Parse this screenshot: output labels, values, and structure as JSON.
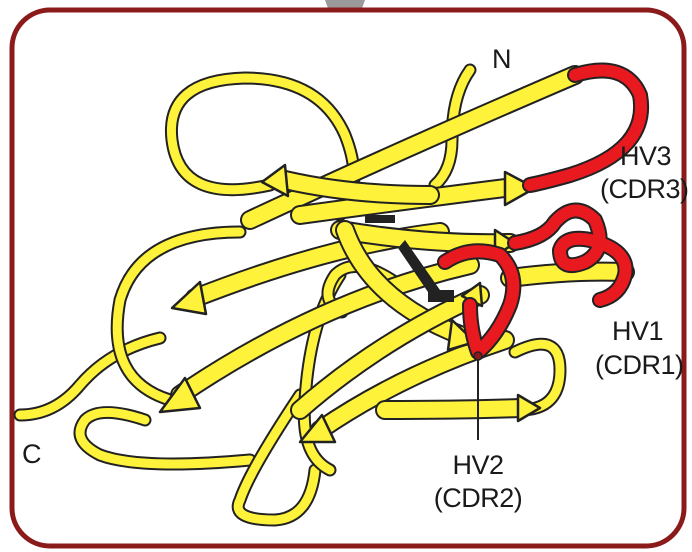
{
  "colors": {
    "frame": "#8b1a1a",
    "strand": "#fff23a",
    "outline": "#222222",
    "cdr": "#e8191f"
  },
  "labels": {
    "n_terminus": "N",
    "c_terminus": "C",
    "hv3": "HV3",
    "cdr3": "(CDR3)",
    "hv1": "HV1",
    "cdr1": "(CDR1)",
    "hv2": "HV2",
    "cdr2": "(CDR2)"
  }
}
